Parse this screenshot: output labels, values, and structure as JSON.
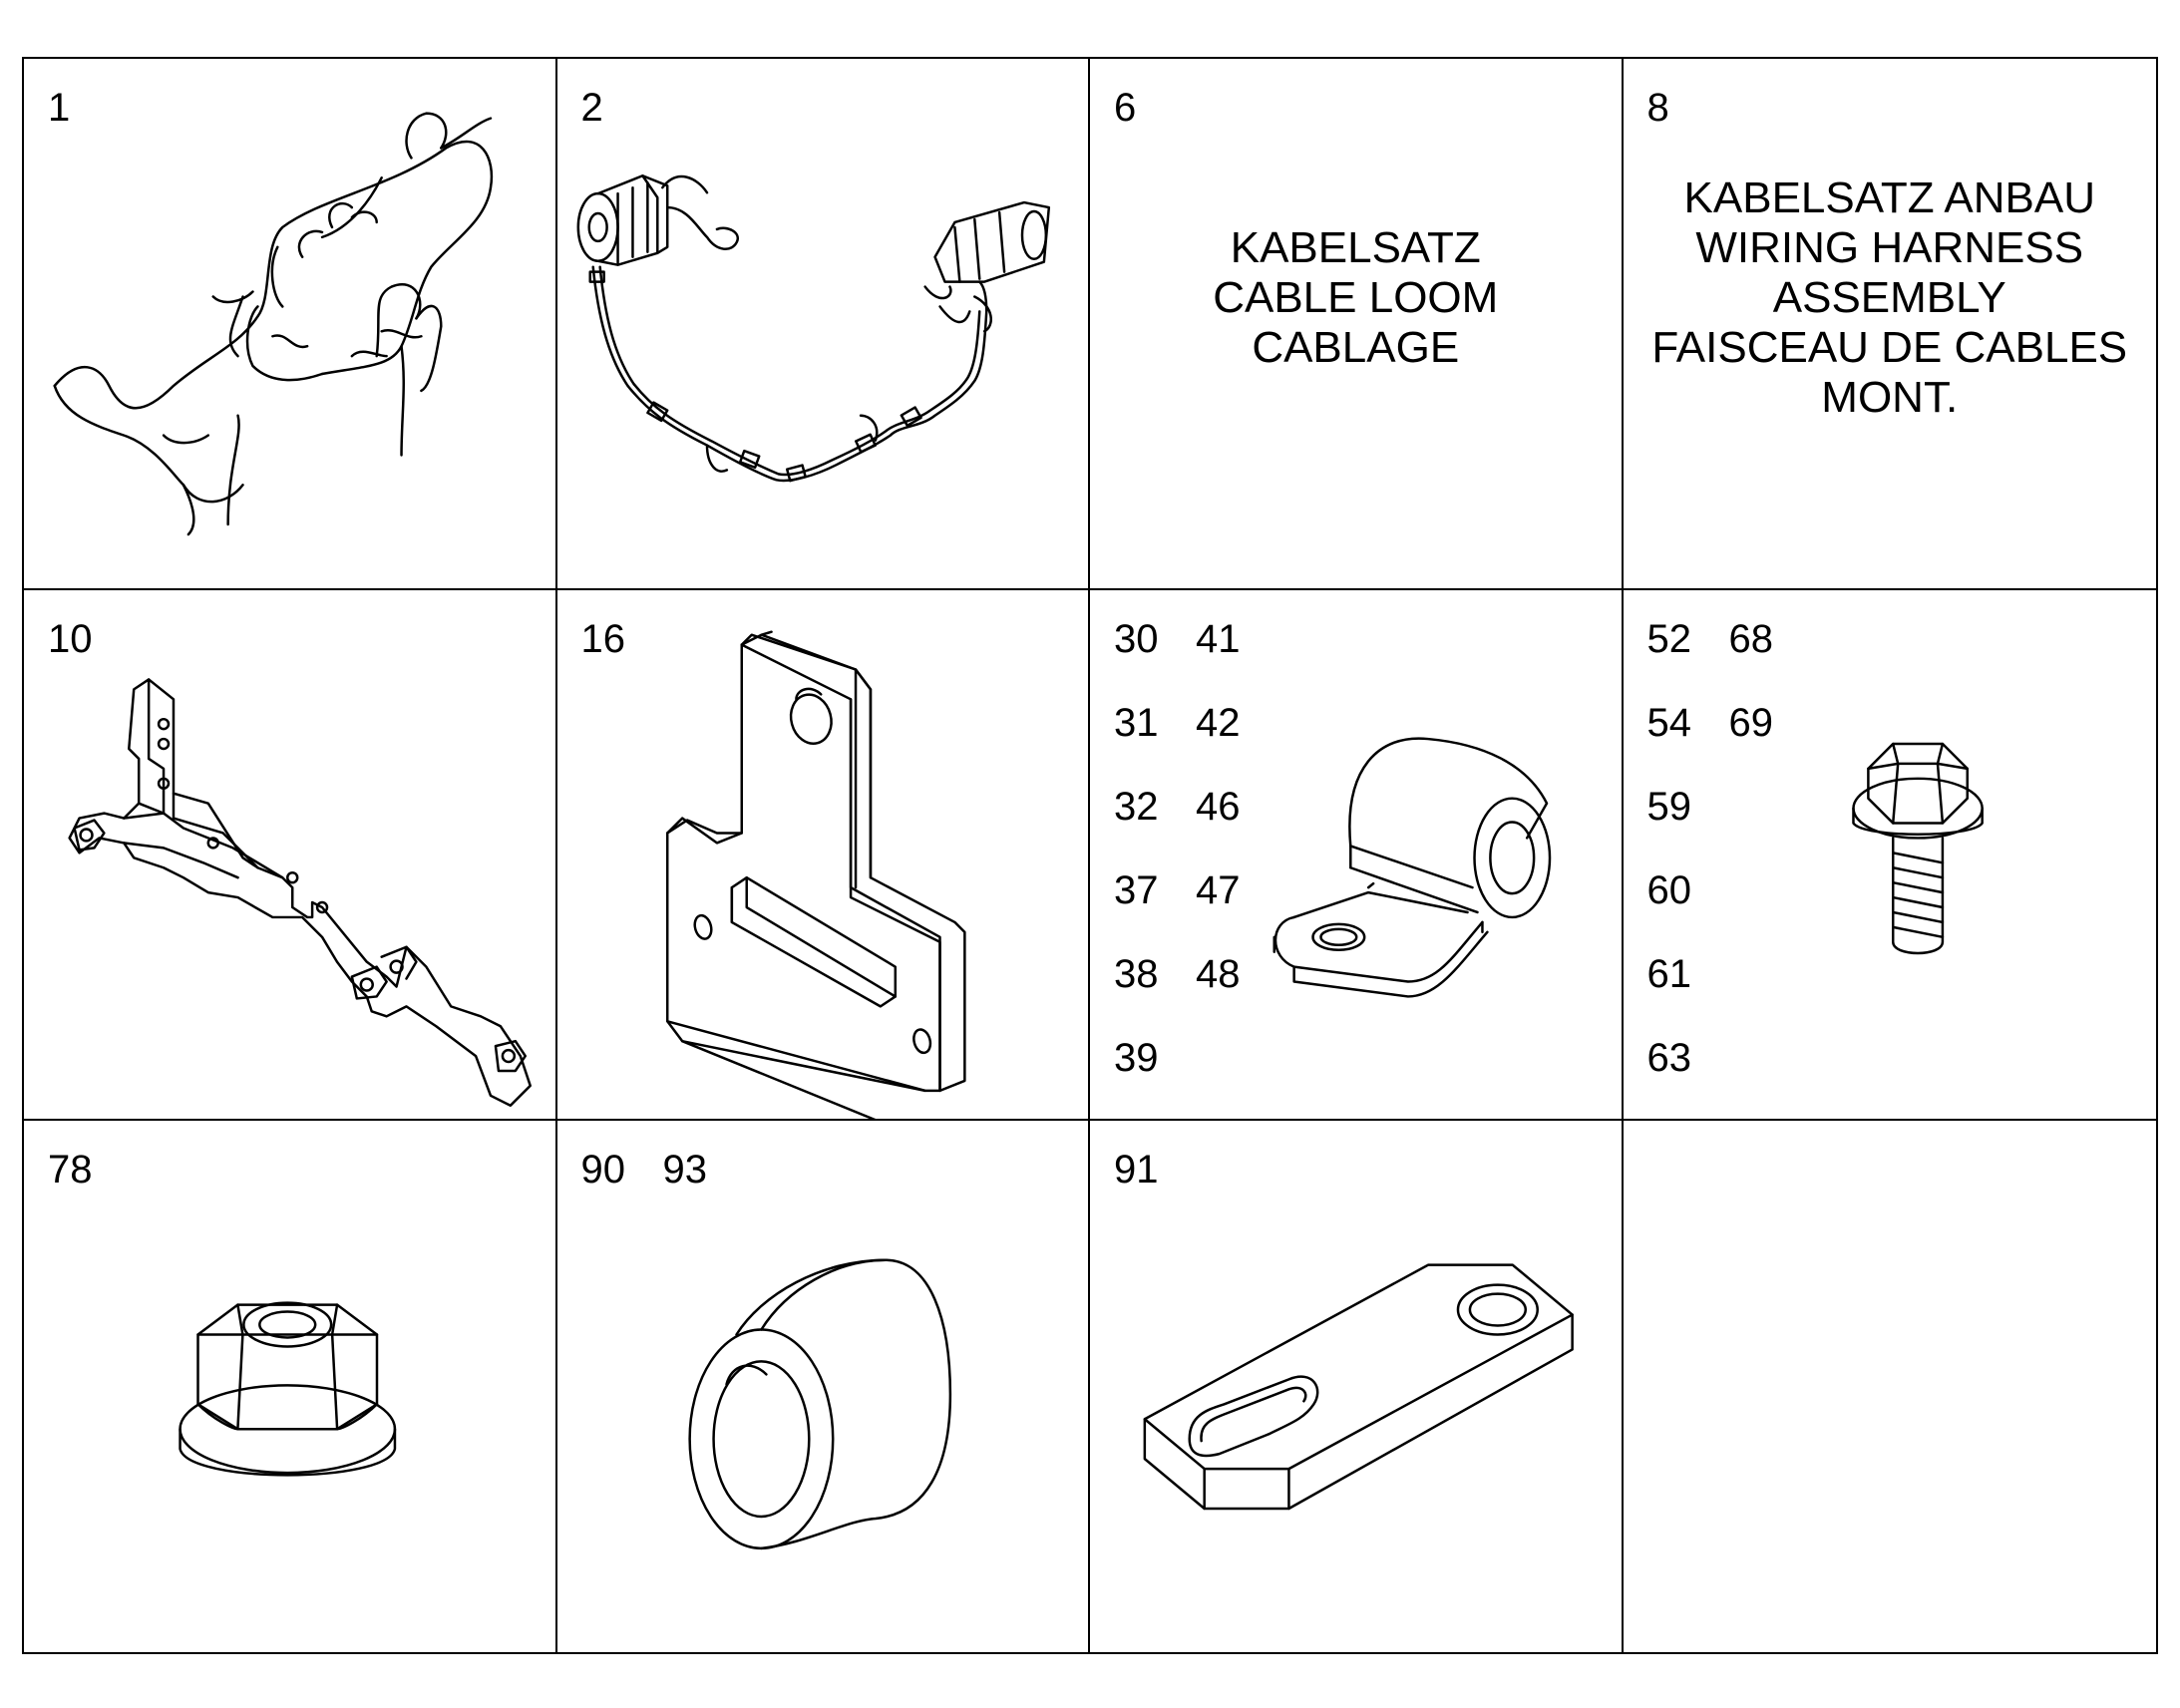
{
  "cells": [
    {
      "id": "c1",
      "numbers": [
        "1"
      ],
      "icon": "wiring-harness-icon"
    },
    {
      "id": "c2",
      "numbers": [
        "2"
      ],
      "icon": "cable-loom-with-motors-icon"
    },
    {
      "id": "c3",
      "numbers": [
        "6"
      ],
      "caption": [
        "KABELSATZ",
        "CABLE LOOM",
        "CABLAGE"
      ]
    },
    {
      "id": "c4",
      "numbers": [
        "8"
      ],
      "caption": [
        "KABELSATZ ANBAU",
        "WIRING HARNESS",
        "ASSEMBLY",
        "FAISCEAU DE CABLES",
        "MONT."
      ]
    },
    {
      "id": "c5",
      "numbers": [
        "10"
      ],
      "icon": "bracket-icon"
    },
    {
      "id": "c6",
      "numbers": [
        "16"
      ],
      "icon": "plate-icon"
    },
    {
      "id": "c7",
      "numbers": [
        "30",
        "41",
        "31",
        "42",
        "32",
        "46",
        "37",
        "47",
        "38",
        "48",
        "39"
      ],
      "icon": "pipe-clamp-icon"
    },
    {
      "id": "c8",
      "numbers": [
        "52",
        "68",
        "54",
        "69",
        "59",
        "",
        "60",
        "",
        "61",
        "",
        "63"
      ],
      "icon": "hex-bolt-icon"
    },
    {
      "id": "c9",
      "numbers": [
        "78"
      ],
      "icon": "flange-nut-icon"
    },
    {
      "id": "c10",
      "numbers": [
        "90",
        "93"
      ],
      "icon": "spacer-sleeve-icon"
    },
    {
      "id": "c11",
      "numbers": [
        "91"
      ],
      "icon": "slotted-strap-icon"
    },
    {
      "id": "c12",
      "numbers": []
    }
  ]
}
